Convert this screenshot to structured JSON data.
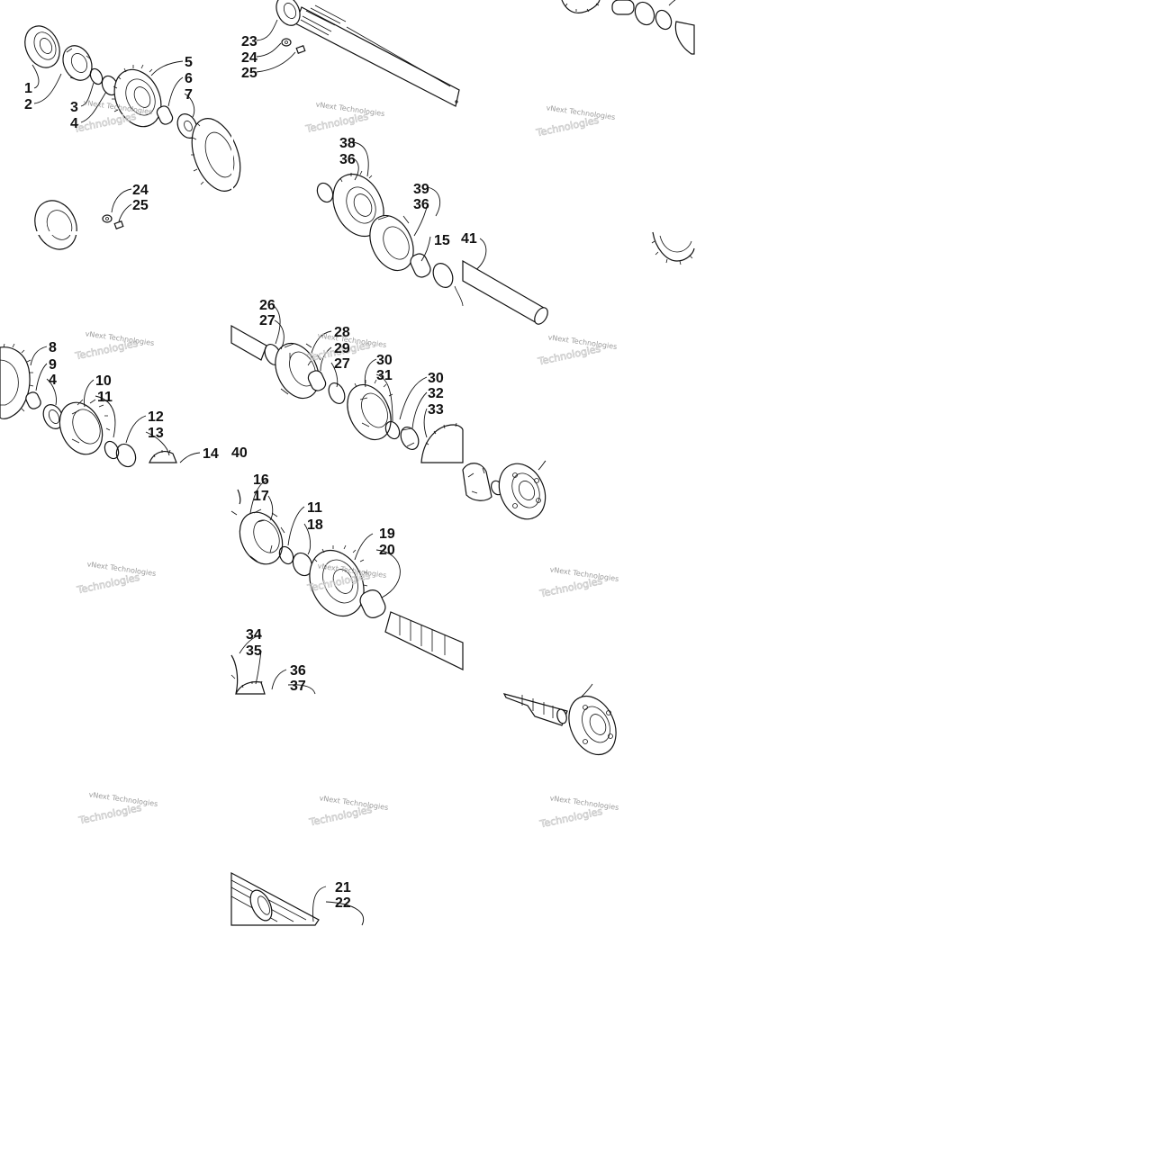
{
  "diagram": {
    "watermark_text": "vNext Technologies",
    "callouts": [
      "1",
      "2",
      "3",
      "4",
      "5",
      "6",
      "7",
      "23",
      "24",
      "25",
      "24",
      "25",
      "38",
      "36",
      "39",
      "36",
      "15",
      "41",
      "26",
      "27",
      "28",
      "29",
      "27",
      "30",
      "31",
      "30",
      "32",
      "33",
      "8",
      "9",
      "4",
      "10",
      "11",
      "12",
      "13",
      "14",
      "40",
      "16",
      "17",
      "11",
      "18",
      "19",
      "20",
      "34",
      "35",
      "36",
      "37",
      "21",
      "22"
    ]
  }
}
